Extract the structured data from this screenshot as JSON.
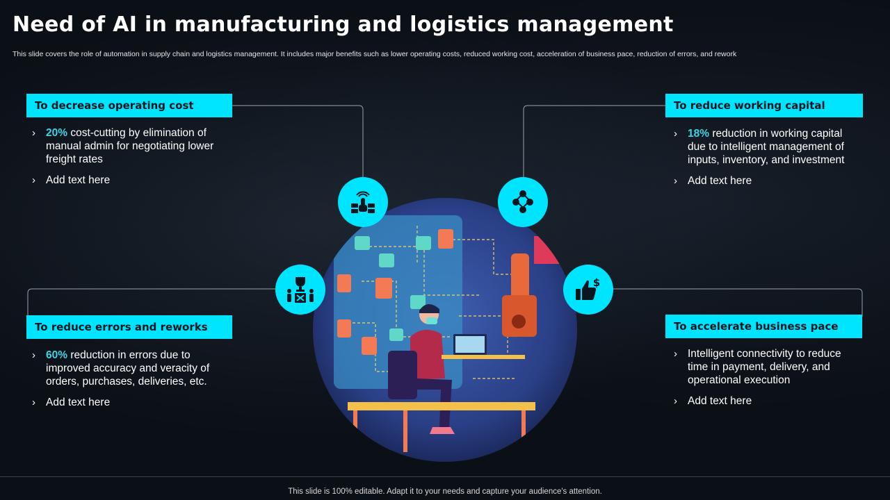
{
  "title": "Need of AI in manufacturing and logistics management",
  "subtitle": "This slide covers the role of automation in supply chain and logistics management. It includes major benefits such as lower operating costs, reduced working cost, acceleration of business pace, reduction of errors, and rework",
  "colors": {
    "accent": "#00e5ff",
    "highlight": "#3fd3e6",
    "background": "#0b0f16"
  },
  "sections": {
    "top_left": {
      "header": "To decrease operating cost",
      "icon": "touch-server-icon",
      "b1_highlight": "20%",
      "b1_text": " cost-cutting by elimination of manual admin for negotiating lower freight rates",
      "b2_text": "Add text here"
    },
    "top_right": {
      "header": "To reduce working capital",
      "icon": "network-coins-icon",
      "b1_highlight": "18%",
      "b1_text": " reduction in working capital due to intelligent management of inputs, inventory, and investment",
      "b2_text": "Add text here"
    },
    "bottom_left": {
      "header": "To reduce errors and reworks",
      "icon": "trophy-team-icon",
      "b1_highlight": "60%",
      "b1_text": " reduction in errors due to improved accuracy and veracity of orders, purchases, deliveries, etc.",
      "b2_text": "Add text here"
    },
    "bottom_right": {
      "header": "To accelerate business pace",
      "icon": "thumbs-up-dollar-icon",
      "b1_text": "Intelligent connectivity to reduce time in payment, delivery, and operational execution",
      "b2_text": "Add text here"
    }
  },
  "illustration": "person-at-computer-illustration",
  "footer": "This slide is 100% editable. Adapt it to your needs and capture your audience's attention."
}
